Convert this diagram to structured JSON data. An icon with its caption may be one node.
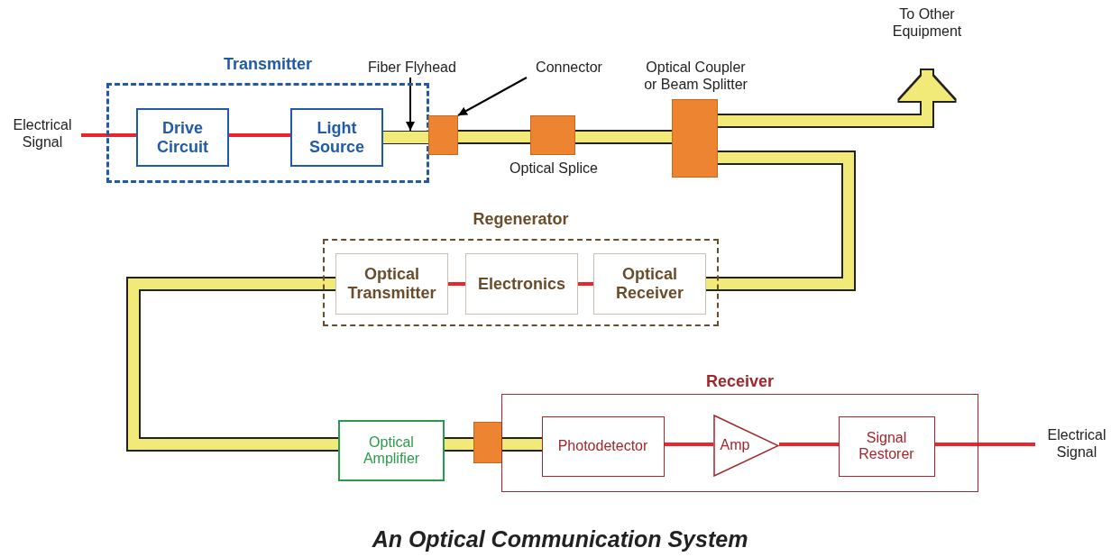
{
  "diagram": {
    "caption": "An Optical Communication System",
    "nodes": [
      {
        "text": [
          "Electrical Signal"
        ]
      },
      {
        "text": [
          "Transmitter"
        ]
      },
      {
        "text": [
          "Drive Circuit"
        ],
        "in": 1
      },
      {
        "text": [
          "Light Source"
        ],
        "in": 1
      },
      {
        "text": [
          "Fiber Flyhead"
        ]
      },
      {
        "text": [
          "Connector"
        ]
      },
      {
        "text": [],
        "shape": "box"
      },
      {
        "text": [],
        "shape": "box",
        "beside": [
          "Optical Splice"
        ]
      },
      {
        "text": [],
        "shape": "box",
        "beside": [
          "Optical Coupler or Beam Splitter"
        ]
      },
      {
        "text": [
          "To Other Equipment"
        ]
      },
      {
        "text": [
          "Regenerator"
        ]
      },
      {
        "text": [
          "Optical Transmitter"
        ],
        "in": 10
      },
      {
        "text": [
          "Electronics"
        ],
        "in": 10
      },
      {
        "text": [
          "Optical Receiver"
        ],
        "in": 10
      },
      {
        "text": [
          "Optical Amplifier"
        ]
      },
      {
        "text": [],
        "shape": "box"
      },
      {
        "text": [
          "Receiver"
        ]
      },
      {
        "text": [
          "Photodetector"
        ],
        "in": 16
      },
      {
        "text": [
          "Amp"
        ],
        "in": 16
      },
      {
        "text": [
          "Signal Restorer"
        ],
        "in": 16
      },
      {
        "text": [
          "Electrical Signal"
        ]
      },
      {
        "text": [],
        "shape": "bar",
        "in": 1
      }
    ],
    "edges": [
      {
        "from": 0,
        "to": 2,
        "arrow": "none"
      },
      {
        "from": 2,
        "to": 3,
        "arrow": "none"
      },
      {
        "from": 6,
        "to": 7,
        "arrow": "none",
        "style": "thick",
        "color": "#f2ea78"
      },
      {
        "from": 7,
        "to": 8,
        "arrow": "none",
        "style": "thick",
        "color": "#f2ea78"
      },
      {
        "from": 8,
        "to": 9,
        "arrow": "to",
        "style": "thick",
        "color": "#f2ea78"
      },
      {
        "from": 8,
        "to": 13,
        "arrow": "none",
        "style": "thick",
        "color": "#f2ea78"
      },
      {
        "from": 13,
        "to": 12,
        "arrow": "none"
      },
      {
        "from": 12,
        "to": 11,
        "arrow": "none"
      },
      {
        "from": 11,
        "to": 14,
        "arrow": "none",
        "style": "thick",
        "color": "#f2ea78"
      },
      {
        "from": 14,
        "to": 15,
        "arrow": "none",
        "style": "thick",
        "color": "#f2ea78"
      },
      {
        "from": 15,
        "to": 17,
        "arrow": "none",
        "style": "thick",
        "color": "#f2ea78"
      },
      {
        "from": 17,
        "to": 18,
        "arrow": "none"
      },
      {
        "from": 18,
        "to": 19,
        "arrow": "none"
      },
      {
        "from": 19,
        "to": 20,
        "arrow": "none"
      },
      {
        "from": 4,
        "to": 21,
        "arrow": "to",
        "color": "#000000"
      },
      {
        "from": 5,
        "to": 6,
        "arrow": "to",
        "color": "#000000"
      }
    ]
  }
}
